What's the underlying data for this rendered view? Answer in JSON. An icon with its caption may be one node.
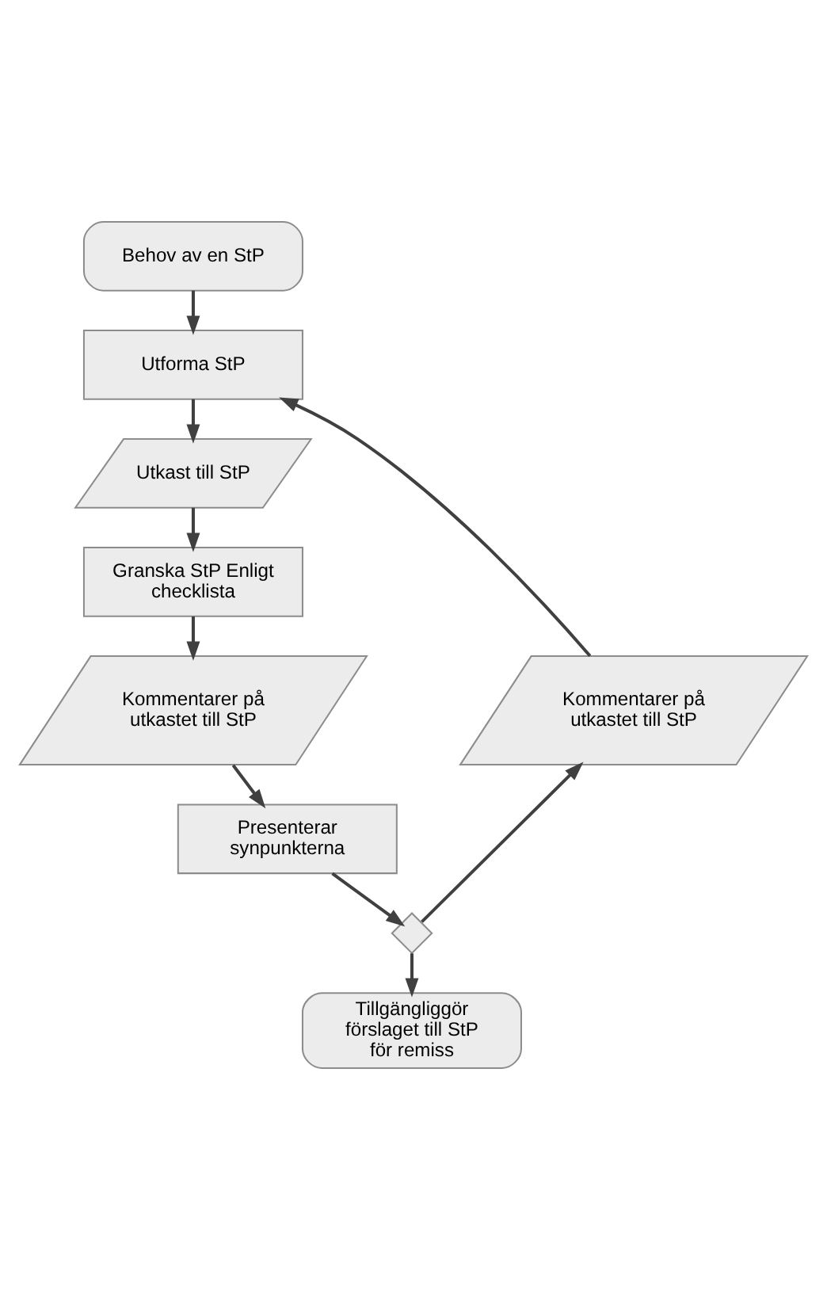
{
  "diagram": {
    "nodes": [
      {
        "text": [
          "Behov av en StP"
        ]
      },
      {
        "text": [
          "Utforma StP"
        ]
      },
      {
        "text": [
          "Utkast till StP"
        ]
      },
      {
        "text": [
          "Granska StP Enligt checklista"
        ]
      },
      {
        "text": [
          "Kommentarer på utkastet till StP"
        ]
      },
      {
        "text": [
          "Presenterar synpunkterna"
        ]
      },
      {
        "text": [],
        "shape": "diamond"
      },
      {
        "text": [
          "Tillgängliggör förslaget till StP för remiss"
        ]
      },
      {
        "text": [
          "Kommentarer på utkastet till StP"
        ]
      }
    ],
    "edges": [
      {
        "from": 0,
        "to": 1,
        "arrow": "to"
      },
      {
        "from": 1,
        "to": 2,
        "arrow": "to"
      },
      {
        "from": 2,
        "to": 3,
        "arrow": "to"
      },
      {
        "from": 3,
        "to": 4,
        "arrow": "to"
      },
      {
        "from": 4,
        "to": 5,
        "arrow": "to"
      },
      {
        "from": 5,
        "to": 6,
        "arrow": "to"
      },
      {
        "from": 6,
        "to": 7,
        "arrow": "to"
      },
      {
        "from": 6,
        "to": 8,
        "arrow": "to"
      },
      {
        "from": 8,
        "to": 1,
        "arrow": "to"
      }
    ]
  }
}
